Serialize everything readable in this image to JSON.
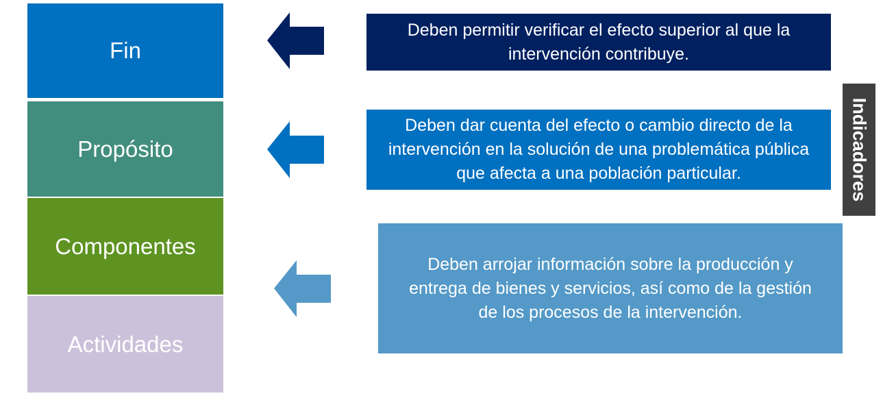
{
  "levels": [
    {
      "label": "Fin",
      "color": "#0070C0"
    },
    {
      "label": "Propósito",
      "color": "#428E7E"
    },
    {
      "label": "Componentes",
      "color": "#5E9321"
    },
    {
      "label": "Actividades",
      "color": "#CCC1DA"
    }
  ],
  "descriptions": [
    {
      "text": "Deben permitir verificar el efecto superior al que la intervención contribuye.",
      "color": "#002060"
    },
    {
      "text": "Deben dar cuenta del efecto o cambio directo de la intervención en la solución de una problemática pública que afecta a una población particular.",
      "color": "#0070C0"
    },
    {
      "text": "Deben arrojar información sobre la producción y entrega de bienes y servicios, así como de la gestión de los procesos de la intervención.",
      "color": "#5499C7"
    }
  ],
  "side_label": "Indicadores"
}
